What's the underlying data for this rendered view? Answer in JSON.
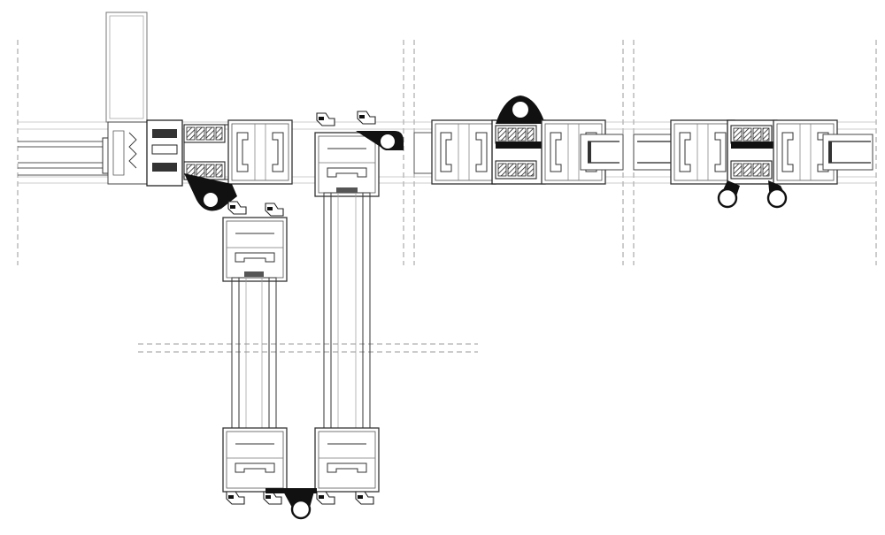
{
  "drawing": {
    "colors": {
      "background": "#ffffff",
      "stroke": "#333333",
      "fill": "#111111",
      "dash": "#9a9a9a",
      "light": "#bdbdbd"
    },
    "views": [
      "corner-junction-section",
      "vertical-stacked-sashes-section",
      "mullion-junction-with-lug-section",
      "mullion-junction-with-rollers-section"
    ]
  }
}
